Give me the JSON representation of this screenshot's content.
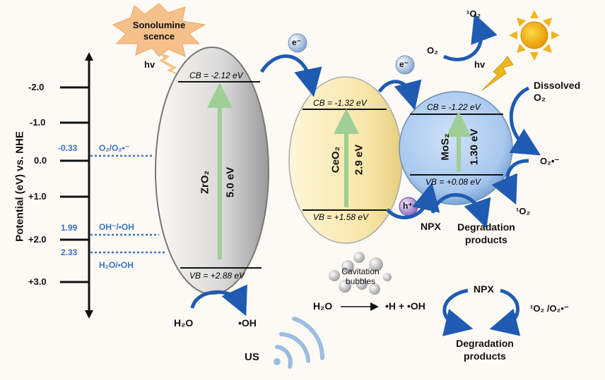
{
  "axis": {
    "label": "Potential (eV) vs. NHE",
    "ticks": [
      "-2.0",
      "-1.0",
      "0.0",
      "+1.0",
      "+2.0",
      "+3.0"
    ]
  },
  "redox": [
    {
      "value": "-0.33",
      "couple": "O₂/O₂•⁻"
    },
    {
      "value": "1.99",
      "couple": "OH⁻/•OH"
    },
    {
      "value": "2.33",
      "couple": "H₂O/•OH"
    }
  ],
  "semiconductors": {
    "zro2": {
      "name": "ZrO₂",
      "gap": "5.0 eV",
      "cb": "CB = -2.12 eV",
      "vb": "VB = +2.88 eV"
    },
    "ceo2": {
      "name": "CeO₂",
      "gap": "2.9 eV",
      "cb": "CB = -1.32 eV",
      "vb": "VB = +1.58 eV"
    },
    "mos2": {
      "name": "MoS₂",
      "gap": "1.30 eV",
      "cb": "CB = -1.22 eV",
      "vb": "VB = +0.08 eV"
    }
  },
  "labels": {
    "sono_line1": "Sonolumine",
    "sono_line2": "scence",
    "hv_left": "hv",
    "hv_right": "hv",
    "electron": "e⁻",
    "hole": "h⁺",
    "o2": "O₂",
    "singlet_o2_top": "¹O₂",
    "dissolved_line1": "Dissolved",
    "dissolved_line2": "O₂",
    "superoxide": "O₂•⁻",
    "singlet_o2_right": "¹O₂",
    "npx_mid": "NPX",
    "deg_mid_line1": "Degradation",
    "deg_mid_line2": "products",
    "h2o_left": "H₂O",
    "oh_left": "•OH",
    "cavitation_line1": "Cavitation",
    "cavitation_line2": "bubbles",
    "h2o_cav": "H₂O",
    "cav_products": "•H + •OH",
    "npx_cycle": "NPX",
    "cycle_reactants": "¹O₂ /O₂•⁻",
    "deg_cycle_line1": "Degradation",
    "deg_cycle_line2": "products",
    "us": "US"
  },
  "colors": {
    "arrow_blue": "#1f5bb0",
    "redox_blue": "#3b72c0",
    "gap_arrow": "#9fcf94"
  }
}
